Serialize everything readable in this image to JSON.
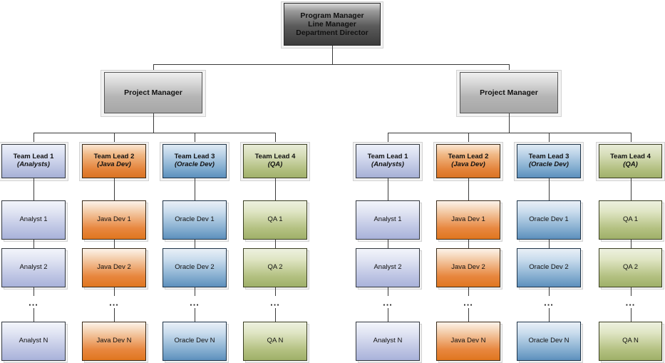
{
  "chart": {
    "title_lines": [
      "Program Manager",
      "Line Manager",
      "Department Director"
    ],
    "root": {
      "line1": "Program Manager",
      "line2": "Line Manager",
      "line3": "Department Director"
    },
    "project_manager_label": "Project Manager",
    "ellipsis": "...",
    "colors": {
      "analyst": "#a9b2da",
      "java": "#e0761f",
      "oracle": "#5d90bd",
      "qa": "#9fb069",
      "root": "#3b3b3b",
      "project_manager": "#a6a6a6",
      "connector": "#3a3a3a",
      "background": "#ffffff"
    },
    "branches": [
      {
        "name": "left-division",
        "manager": "Project Manager",
        "columns": [
          {
            "theme": "analyst",
            "lead_title": "Team Lead 1",
            "lead_sub": "(Analysts)",
            "members": [
              "Analyst 1",
              "Analyst 2",
              "Analyst N"
            ]
          },
          {
            "theme": "java",
            "lead_title": "Team Lead 2",
            "lead_sub": "(Java Dev)",
            "members": [
              "Java Dev 1",
              "Java Dev 2",
              "Java Dev N"
            ]
          },
          {
            "theme": "oracle",
            "lead_title": "Team Lead 3",
            "lead_sub": "(Oracle Dev)",
            "members": [
              "Oracle Dev 1",
              "Oracle Dev 2",
              "Oracle Dev N"
            ]
          },
          {
            "theme": "qa",
            "lead_title": "Team Lead 4",
            "lead_sub": "(QA)",
            "members": [
              "QA 1",
              "QA 2",
              "QA N"
            ]
          }
        ]
      },
      {
        "name": "right-division",
        "manager": "Project Manager",
        "columns": [
          {
            "theme": "analyst",
            "lead_title": "Team Lead 1",
            "lead_sub": "(Analysts)",
            "members": [
              "Analyst 1",
              "Analyst 2",
              "Analyst N"
            ]
          },
          {
            "theme": "java",
            "lead_title": "Team Lead 2",
            "lead_sub": "(Java Dev)",
            "members": [
              "Java Dev 1",
              "Java Dev 2",
              "Java Dev N"
            ]
          },
          {
            "theme": "oracle",
            "lead_title": "Team Lead 3",
            "lead_sub": "(Oracle Dev)",
            "members": [
              "Oracle Dev 1",
              "Oracle Dev 2",
              "Oracle Dev N"
            ]
          },
          {
            "theme": "qa",
            "lead_title": "Team Lead 4",
            "lead_sub": "(QA)",
            "members": [
              "QA 1",
              "QA 2",
              "QA N"
            ]
          }
        ]
      }
    ]
  }
}
